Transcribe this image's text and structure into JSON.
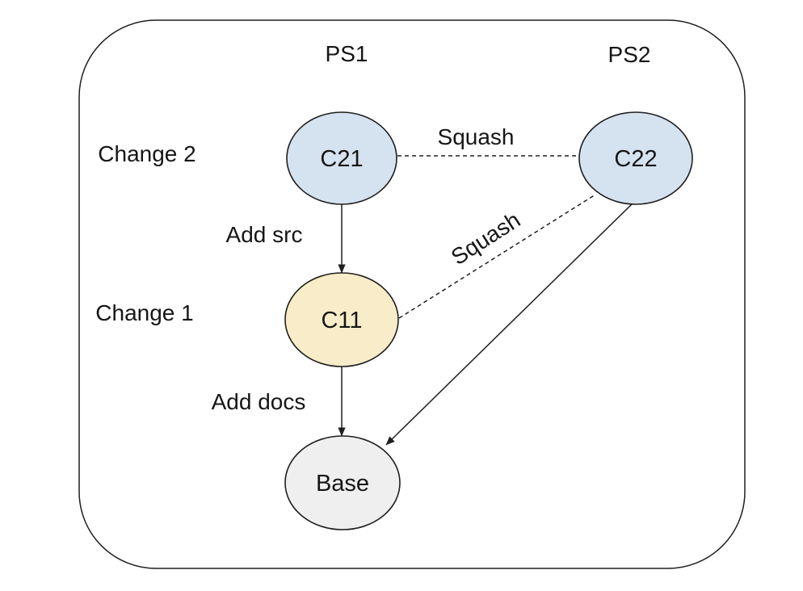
{
  "diagram": {
    "kind": "patchset-commit-graph",
    "patchset_columns": [
      {
        "label": "PS1"
      },
      {
        "label": "PS2"
      }
    ],
    "change_rows": [
      {
        "label": "Change 2"
      },
      {
        "label": "Change 1"
      }
    ],
    "nodes": [
      {
        "id": "c21",
        "label": "C21",
        "fill": "#d5e2f0"
      },
      {
        "id": "c22",
        "label": "C22",
        "fill": "#d5e2f0"
      },
      {
        "id": "c11",
        "label": "C11",
        "fill": "#f9edc9"
      },
      {
        "id": "base",
        "label": "Base",
        "fill": "#efefef"
      }
    ],
    "edges": [
      {
        "id": "c21-to-c11",
        "from": "C21",
        "to": "C11",
        "label": "Add src",
        "type": "solid-arrow"
      },
      {
        "id": "c11-to-base",
        "from": "C11",
        "to": "Base",
        "label": "Add docs",
        "type": "solid-arrow"
      },
      {
        "id": "c21-c22",
        "from": "C21",
        "to": "C22",
        "label": "Squash",
        "type": "dashed"
      },
      {
        "id": "c22-c11",
        "from": "C22",
        "to": "C11",
        "label": "Squash",
        "type": "dashed"
      },
      {
        "id": "c22-to-base",
        "from": "C22",
        "to": "Base",
        "type": "solid-arrow"
      }
    ],
    "colors": {
      "node_blue": "#d5e2f0",
      "node_yellow": "#f9edc9",
      "node_gray": "#efefef",
      "stroke": "#1f1f1f",
      "text": "#161616",
      "canvas": "#ffffff"
    }
  }
}
